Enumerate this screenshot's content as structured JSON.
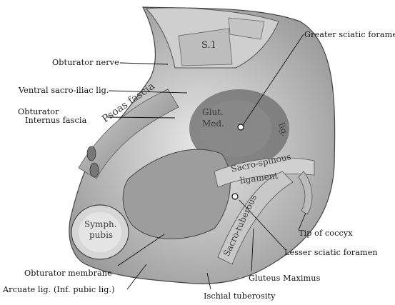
{
  "labels": {
    "obturator_nerve": "Obturator nerve",
    "ventral_sacroiliac": "Ventral sacro-iliac lig.",
    "obturator_internus_1": "Obturator",
    "obturator_internus_2": "Internus fascia",
    "obturator_membrane": "Obturator membrane",
    "arcuate_lig": "Arcuate lig. (Inf. pubic lig.)",
    "ischial_tuberosity": "Ischial tuberosity",
    "gluteus_maximus": "Gluteus Maximus",
    "lesser_sciatic": "Lesser sciatic foramen",
    "tip_coccyx": "Tip of coccyx",
    "greater_sciatic": "Greater sciatic foramen"
  },
  "in_image": {
    "s1": "S.1",
    "psoas_fascia": "Psoas fascia",
    "glut": "Glut.",
    "med": "Med.",
    "lig": "lig.",
    "sacro_spinous": "Sacro-spinous",
    "ligament": "ligament",
    "sacro_tuberous": "Sacro-tuberous",
    "symph": "Symph.",
    "pubis": "pubis"
  }
}
